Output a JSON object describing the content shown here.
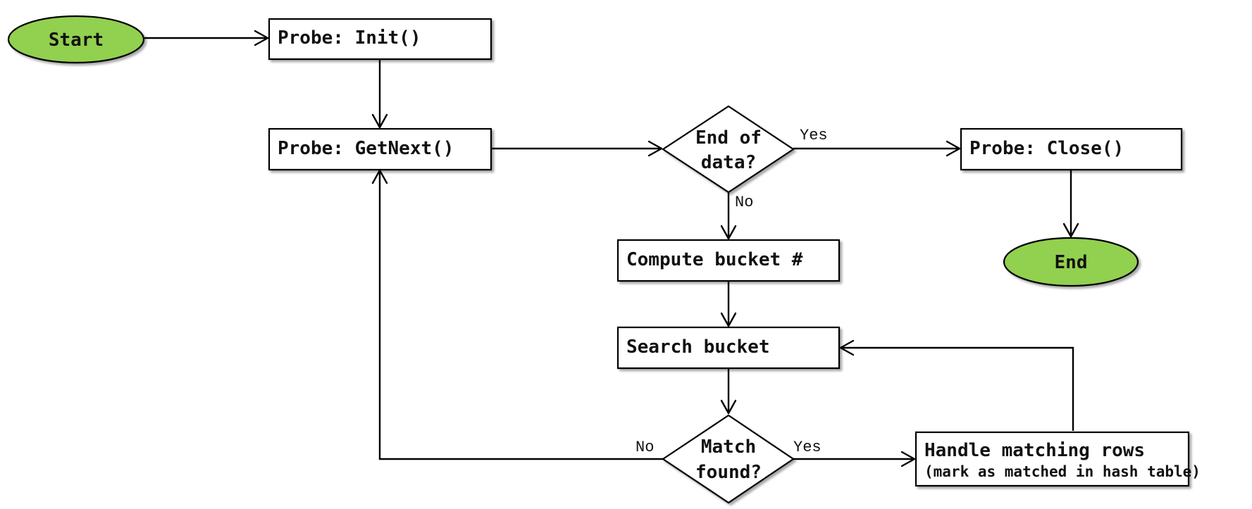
{
  "colors": {
    "terminal_fill": "#92d050",
    "line": "#000000",
    "box_fill": "#ffffff"
  },
  "nodes": {
    "start": "Start",
    "probe_init": "Probe: Init()",
    "probe_getnext": "Probe: GetNext()",
    "end_of_data_line1": "End of",
    "end_of_data_line2": "data?",
    "probe_close": "Probe: Close()",
    "end": "End",
    "compute_bucket": "Compute bucket #",
    "search_bucket": "Search bucket",
    "match_found_line1": "Match",
    "match_found_line2": "found?",
    "handle_matching": "Handle matching rows",
    "handle_matching_note": "(mark as matched in hash table)"
  },
  "edge_labels": {
    "end_of_data_yes": "Yes",
    "end_of_data_no": "No",
    "match_found_yes": "Yes",
    "match_found_no": "No"
  }
}
